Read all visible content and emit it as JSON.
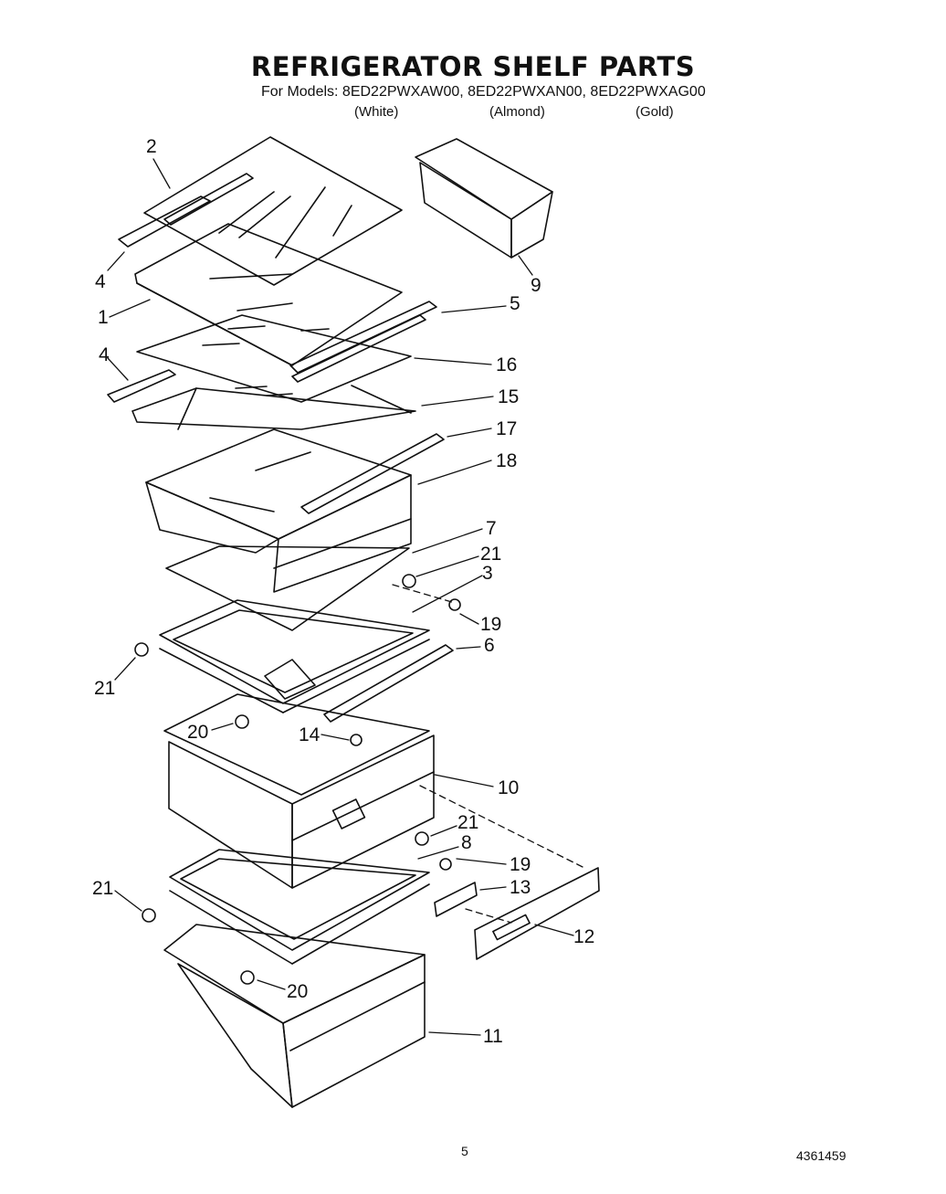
{
  "title": "REFRIGERATOR SHELF PARTS",
  "models_line": "For Models: 8ED22PWXAW00, 8ED22PWXAN00, 8ED22PWXAG00",
  "finishes": [
    "(White)",
    "(Almond)",
    "(Gold)"
  ],
  "callouts": {
    "c2": "2",
    "c4a": "4",
    "c1": "1",
    "c4b": "4",
    "c9": "9",
    "c5": "5",
    "c16": "16",
    "c15": "15",
    "c17": "17",
    "c18": "18",
    "c7": "7",
    "c21a": "21",
    "c3": "3",
    "c19a": "19",
    "c6": "6",
    "c21b": "21",
    "c20a": "20",
    "c14": "14",
    "c10": "10",
    "c21c": "21",
    "c8": "8",
    "c19b": "19",
    "c13": "13",
    "c21d": "21",
    "c12": "12",
    "c20b": "20",
    "c11": "11"
  },
  "page_number": "5",
  "doc_number": "4361459"
}
